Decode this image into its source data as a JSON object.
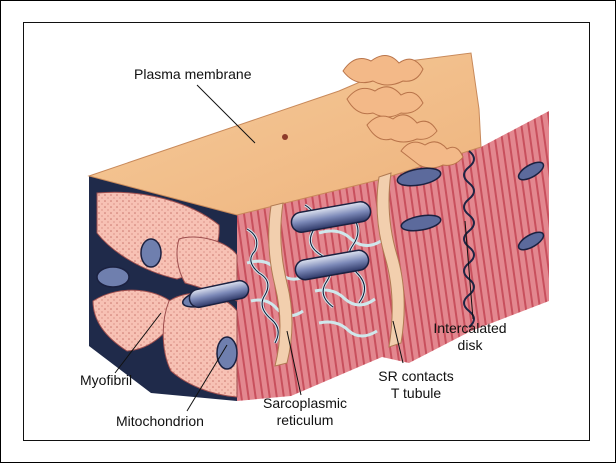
{
  "labels": {
    "plasma_membrane": "Plasma membrane",
    "intercalated_line1": "Intercalated",
    "intercalated_line2": "disk",
    "myofibril": "Myofibril",
    "mitochondrion": "Mitochondrion",
    "sarcoplasmic_line1": "Sarcoplasmic",
    "sarcoplasmic_line2": "reticulum",
    "sr_line1": "SR contacts",
    "sr_line2": "T tubule"
  }
}
